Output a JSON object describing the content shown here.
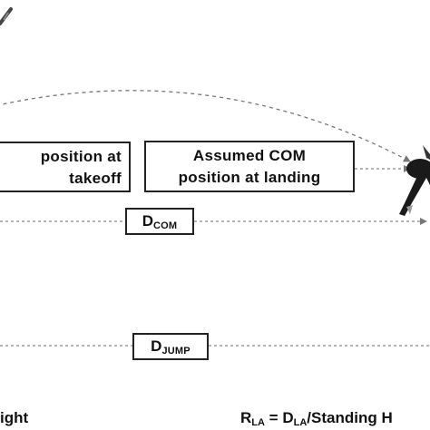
{
  "boxes": {
    "takeoff": {
      "line1": "position at",
      "line2": "takeoff"
    },
    "landing": {
      "line1": "Assumed COM",
      "line2": "position at landing"
    }
  },
  "labels": {
    "dcom": {
      "main": "D",
      "sub": "COM"
    },
    "djump": {
      "main": "D",
      "sub": "JUMP"
    }
  },
  "footer": {
    "left_text": "ight",
    "formula": {
      "r": "R",
      "r_sub": "LA",
      "middle": " = D",
      "d_sub": "LA",
      "rest": "/Standing H"
    }
  },
  "colors": {
    "ink": "#222222",
    "dash": "#777777",
    "figure": "#1a1a1a"
  }
}
